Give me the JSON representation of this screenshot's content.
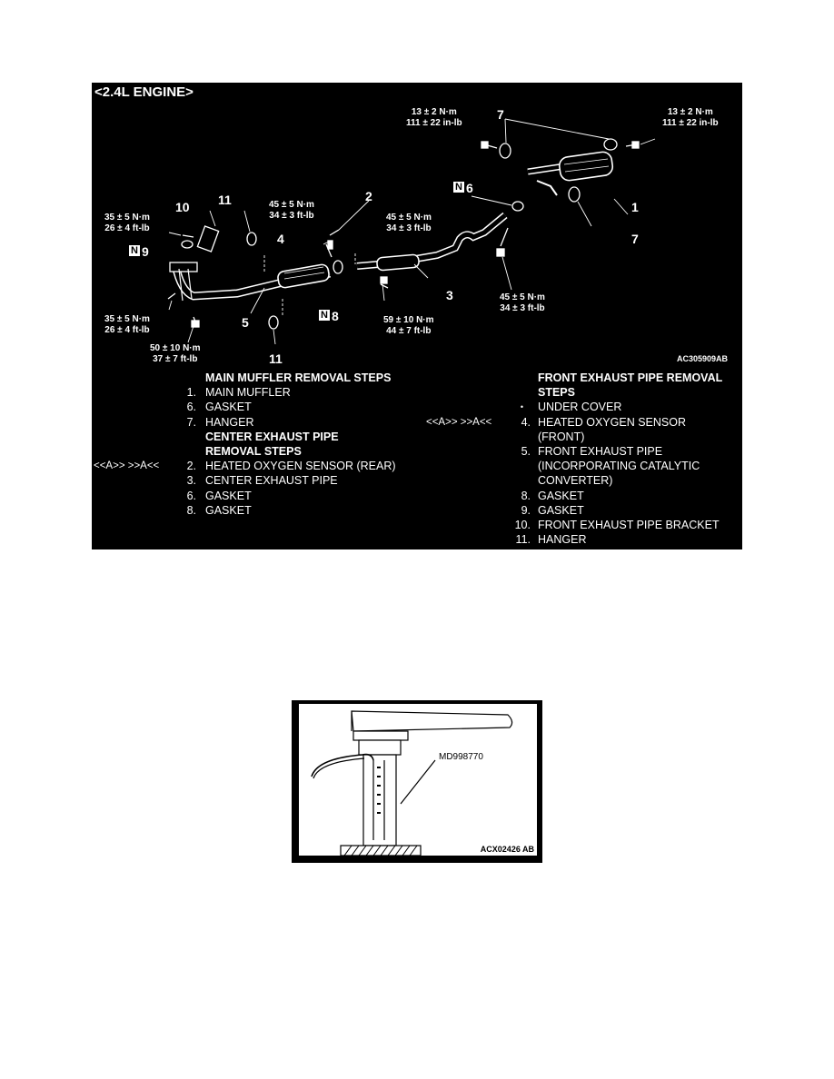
{
  "figure1": {
    "title": "<2.4L ENGINE>",
    "figure_code": "AC305909AB",
    "torques": {
      "t7_left": [
        "13 ± 2 N·m",
        "111 ± 22 in-lb"
      ],
      "t7_right": [
        "13 ± 2 N·m",
        "111 ± 22 in-lb"
      ],
      "t10": [
        "35 ± 5 N·m",
        "26 ± 4 ft-lb"
      ],
      "t4": [
        "45 ± 5 N·m",
        "34 ± 3 ft-lb"
      ],
      "t2": [
        "45 ± 5 N·m",
        "34 ± 3 ft-lb"
      ],
      "t_lower_left": [
        "35 ± 5 N·m",
        "26 ± 4 ft-lb"
      ],
      "t_bottom": [
        "50 ± 10 N·m",
        "37 ± 7 ft-lb"
      ],
      "t_center": [
        "59 ± 10 N·m",
        "44 ± 7 ft-lb"
      ],
      "t_right": [
        "45 ± 5 N·m",
        "34 ± 3 ft-lb"
      ]
    },
    "callouts": {
      "c7_top": "7",
      "c1": "1",
      "c7_bottom": "7",
      "c10": "10",
      "c11_top": "11",
      "c2": "2",
      "c4": "4",
      "c3": "3",
      "c5": "5",
      "c11_bottom": "11"
    },
    "n_tags": {
      "n6": {
        "box": "N",
        "num": "6"
      },
      "n9": {
        "box": "N",
        "num": "9"
      },
      "n8": {
        "box": "N",
        "num": "8"
      }
    },
    "main_muffler": {
      "heading": "MAIN MUFFLER REMOVAL STEPS",
      "steps": [
        {
          "num": "1.",
          "label": "MAIN MUFFLER"
        },
        {
          "num": "6.",
          "label": "GASKET"
        },
        {
          "num": "7.",
          "label": "HANGER"
        }
      ]
    },
    "center_pipe": {
      "heading_line1": "CENTER EXHAUST PIPE",
      "heading_line2": "REMOVAL STEPS",
      "steps": [
        {
          "ref": "<<A>>   >>A<<",
          "num": "2.",
          "label": "HEATED OXYGEN SENSOR (REAR)"
        },
        {
          "ref": "",
          "num": "3.",
          "label": "CENTER EXHAUST PIPE"
        },
        {
          "ref": "",
          "num": "6.",
          "label": "GASKET"
        },
        {
          "ref": "",
          "num": "8.",
          "label": "GASKET"
        }
      ]
    },
    "front_pipe": {
      "heading_line1": "FRONT EXHAUST PIPE REMOVAL",
      "heading_line2": "STEPS",
      "steps": [
        {
          "ref": "",
          "num": "•",
          "label": "UNDER COVER"
        },
        {
          "ref": "<<A>>   >>A<<",
          "num": "4.",
          "label": "HEATED OXYGEN SENSOR"
        },
        {
          "ref": "",
          "num": "",
          "label": "(FRONT)"
        },
        {
          "ref": "",
          "num": "5.",
          "label": "FRONT EXHAUST PIPE"
        },
        {
          "ref": "",
          "num": "",
          "label": "(INCORPORATING CATALYTIC"
        },
        {
          "ref": "",
          "num": "",
          "label": "CONVERTER)"
        },
        {
          "ref": "",
          "num": "8.",
          "label": "GASKET"
        },
        {
          "ref": "",
          "num": "9.",
          "label": "GASKET"
        },
        {
          "ref": "",
          "num": "10.",
          "label": "FRONT EXHAUST PIPE BRACKET"
        },
        {
          "ref": "",
          "num": "11.",
          "label": "HANGER"
        }
      ]
    }
  },
  "figure2": {
    "tool_label": "MD998770",
    "figure_code": "ACX02426 AB"
  }
}
